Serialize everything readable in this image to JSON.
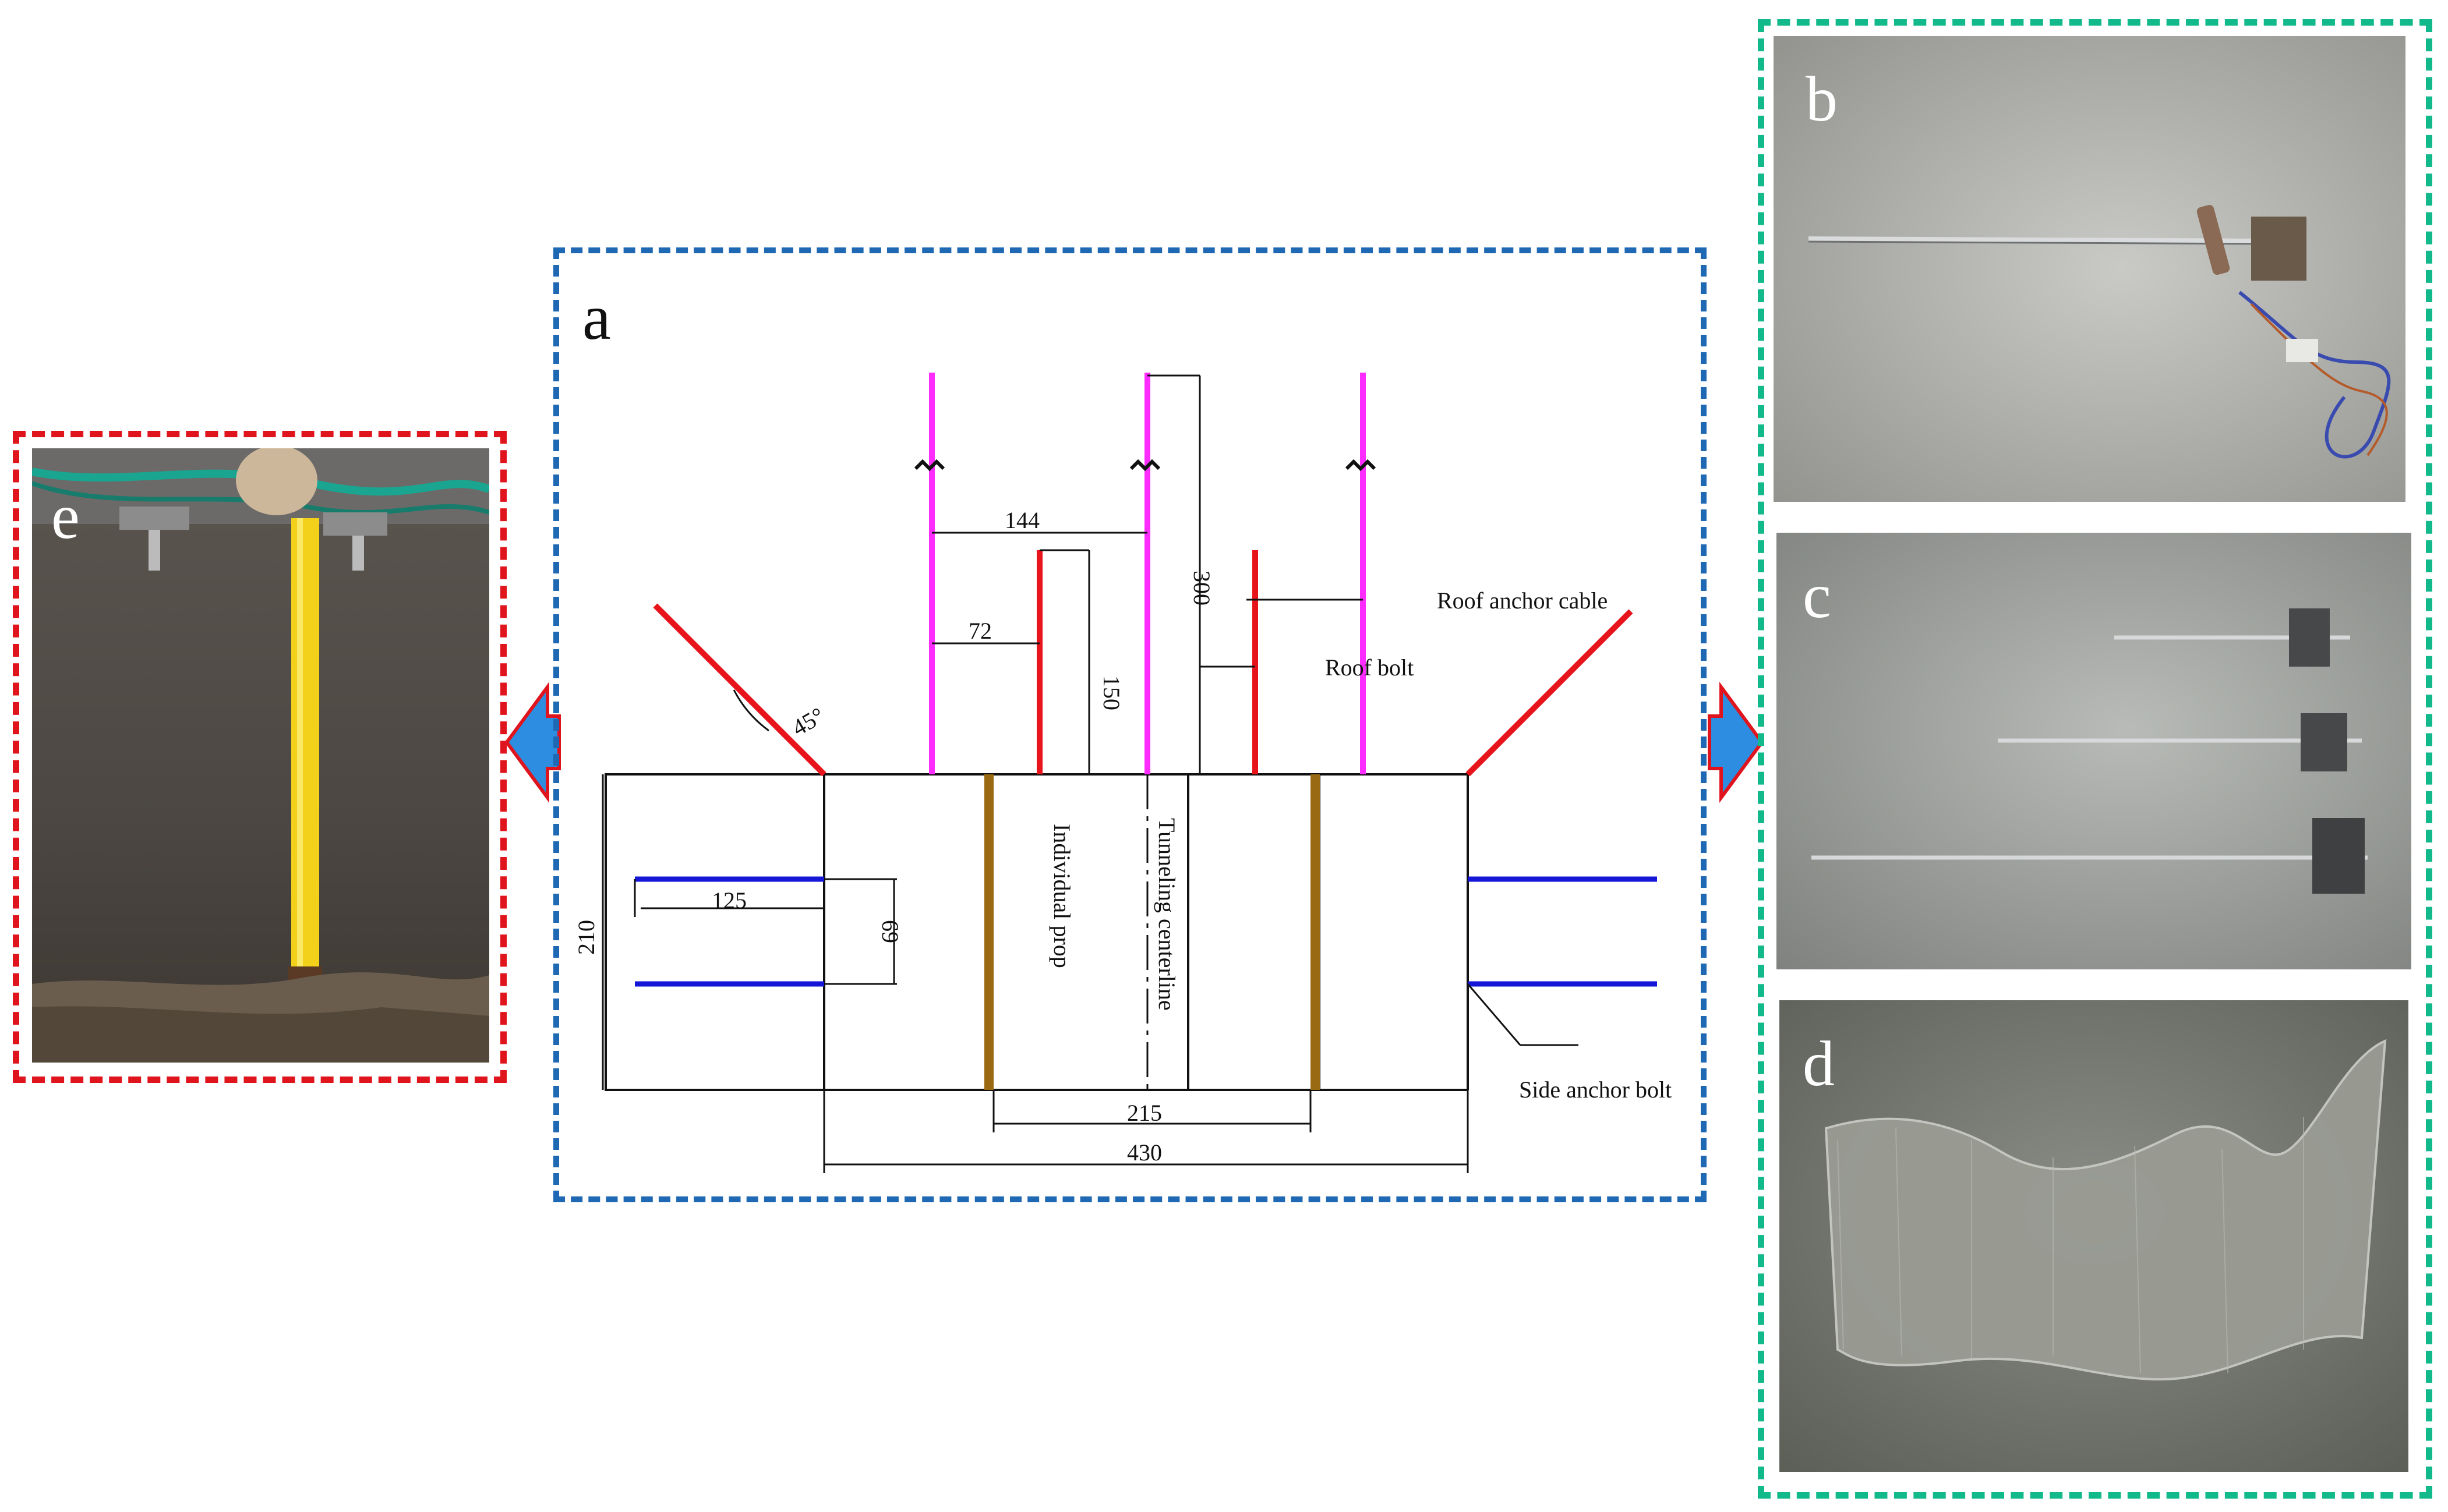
{
  "panels": {
    "a": {
      "letter": "a"
    },
    "b": {
      "letter": "b"
    },
    "c": {
      "letter": "c"
    },
    "d": {
      "letter": "d"
    },
    "e": {
      "letter": "e"
    }
  },
  "diagram": {
    "dims": {
      "d144": "144",
      "d72": "72",
      "d150": "150",
      "d300": "300",
      "angle": "45°",
      "d210": "210",
      "d125": "125",
      "d69": "69",
      "d215": "215",
      "d430": "430"
    },
    "labels": {
      "roof_anchor_cable": "Roof anchor cable",
      "roof_bolt": "Roof bolt",
      "side_anchor_bolt": "Side anchor bolt",
      "individual_prop": "Individual prop",
      "tunneling_centerline": "Tunneling centerline"
    }
  },
  "colors": {
    "blue_frame": "#1f68b3",
    "red_frame": "#e0141c",
    "green_frame": "#12b98a",
    "anchor_cable": "#ff2cff",
    "roof_bolt": "#e8141c",
    "side_bolt": "#1616d8",
    "prop": "#9a6a12",
    "arrow_fill": "#2d8de0",
    "arrow_outline": "#e0141c"
  },
  "icons": {
    "left_arrow": "arrow-left-icon",
    "right_arrow": "arrow-right-icon"
  }
}
